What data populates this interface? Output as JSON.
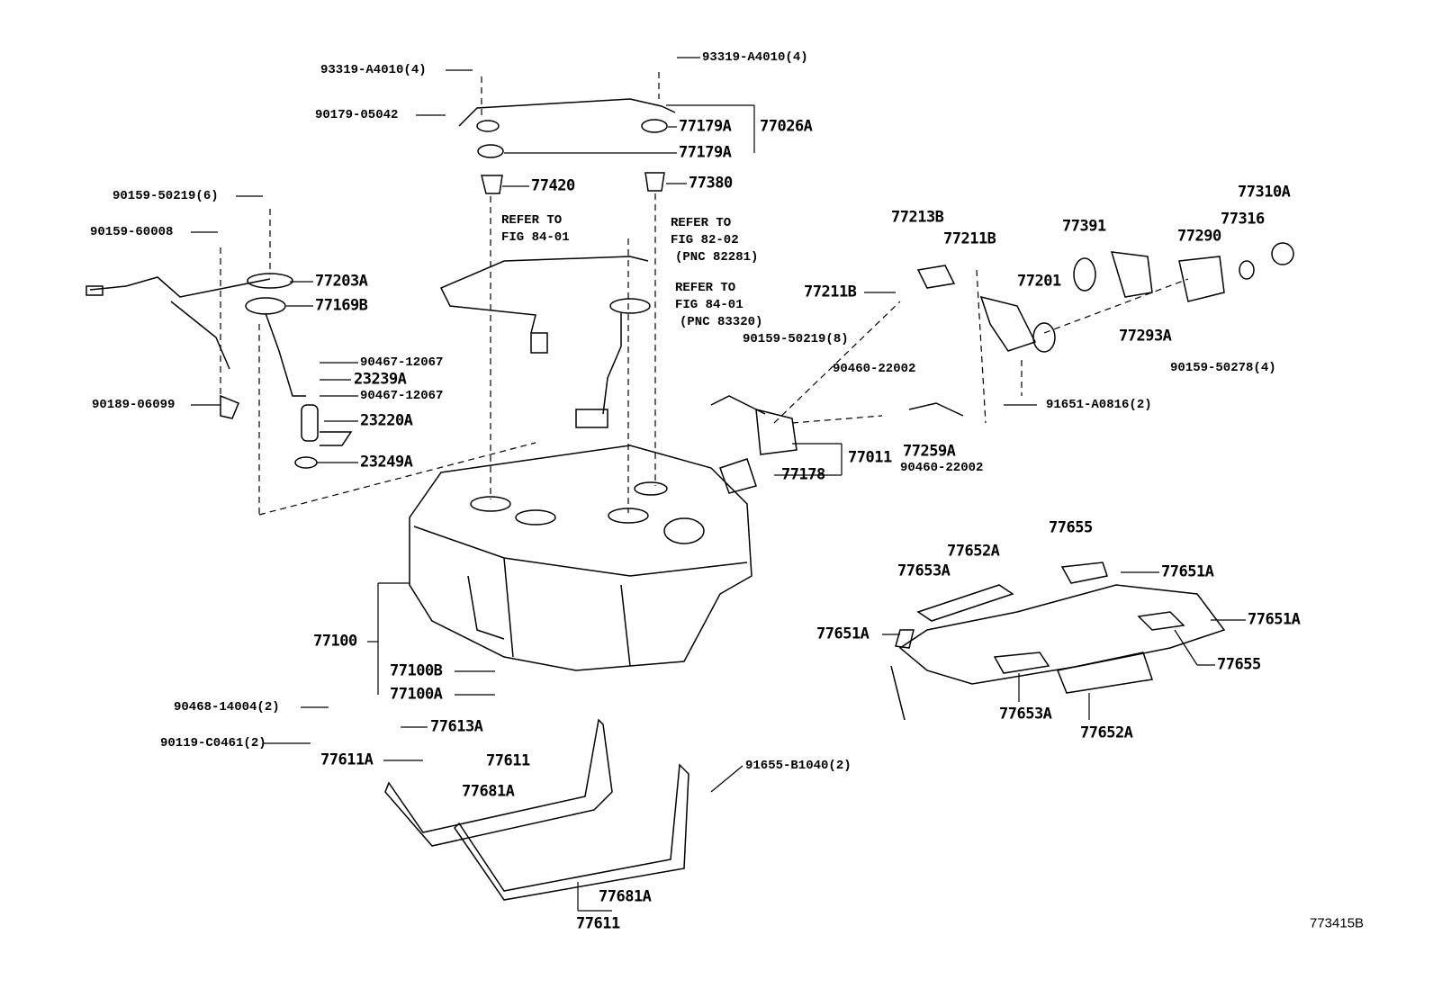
{
  "figure_id": "773415B",
  "labels": [
    "93319-A4010(4)",
    "93319-A4010(4)",
    "90179-05042",
    "77179A",
    "77026A",
    "77179A",
    "77420",
    "77380",
    "90159-50219(6)",
    "90159-60008",
    "77203A",
    "77169B",
    "90467-12067",
    "23239A",
    "90467-12067",
    "23220A",
    "23249A",
    "90189-06099",
    "77213B",
    "77211B",
    "77211B",
    "77391",
    "77201",
    "77310A",
    "77316",
    "77290",
    "77293A",
    "90159-50278(4)",
    "90159-50219(8)",
    "90460-22002",
    "91651-A0816(2)",
    "77011",
    "77259A",
    "90460-22002",
    "77178",
    "77100",
    "77100B",
    "77100A",
    "90468-14004(2)",
    "77613A",
    "90119-C0461(2)",
    "77611A",
    "77611",
    "77681A",
    "91655-B1040(2)",
    "77681A",
    "77611",
    "77655",
    "77652A",
    "77653A",
    "77651A",
    "77651A",
    "77651A",
    "77655",
    "77653A",
    "77652A"
  ],
  "references": [
    {
      "line1": "REFER TO",
      "line2": "FIG 84-01",
      "line3": ""
    },
    {
      "line1": "REFER TO",
      "line2": "FIG 82-02",
      "line3": "(PNC 82281)"
    },
    {
      "line1": "REFER TO",
      "line2": "FIG 84-01",
      "line3": "(PNC 83320)"
    }
  ]
}
